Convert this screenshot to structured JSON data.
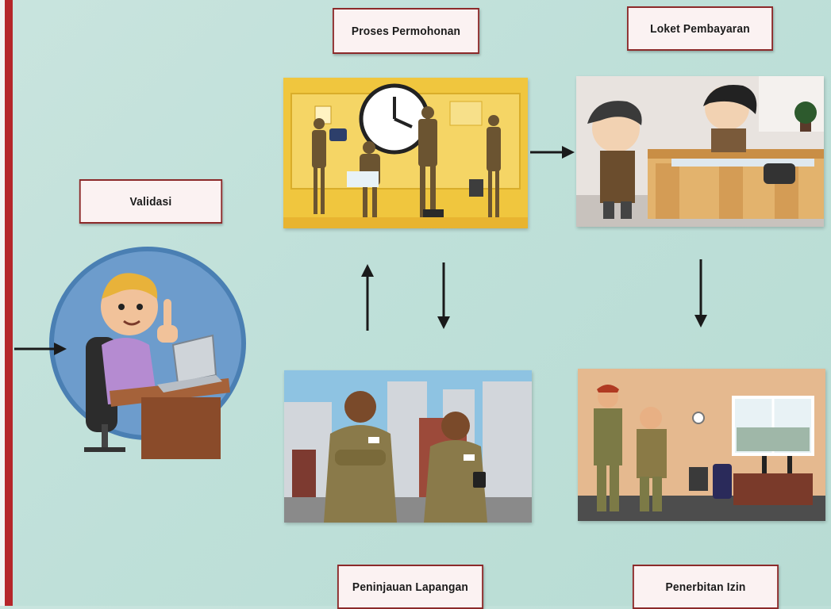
{
  "diagram": {
    "steps": {
      "validasi": {
        "label": "Validasi"
      },
      "proses": {
        "label": "Proses Permohonan"
      },
      "loket": {
        "label": "Loket Pembayaran"
      },
      "peninjauan": {
        "label": "Peninjauan Lapangan"
      },
      "penerbitan": {
        "label": "Penerbitan Izin"
      }
    },
    "colors": {
      "background": "#bfe0d9",
      "label_border": "#8c2a2a",
      "label_fill": "#fbf2f2",
      "edge_stripe": "#b5262a",
      "arrow": "#1a1a1a"
    }
  }
}
